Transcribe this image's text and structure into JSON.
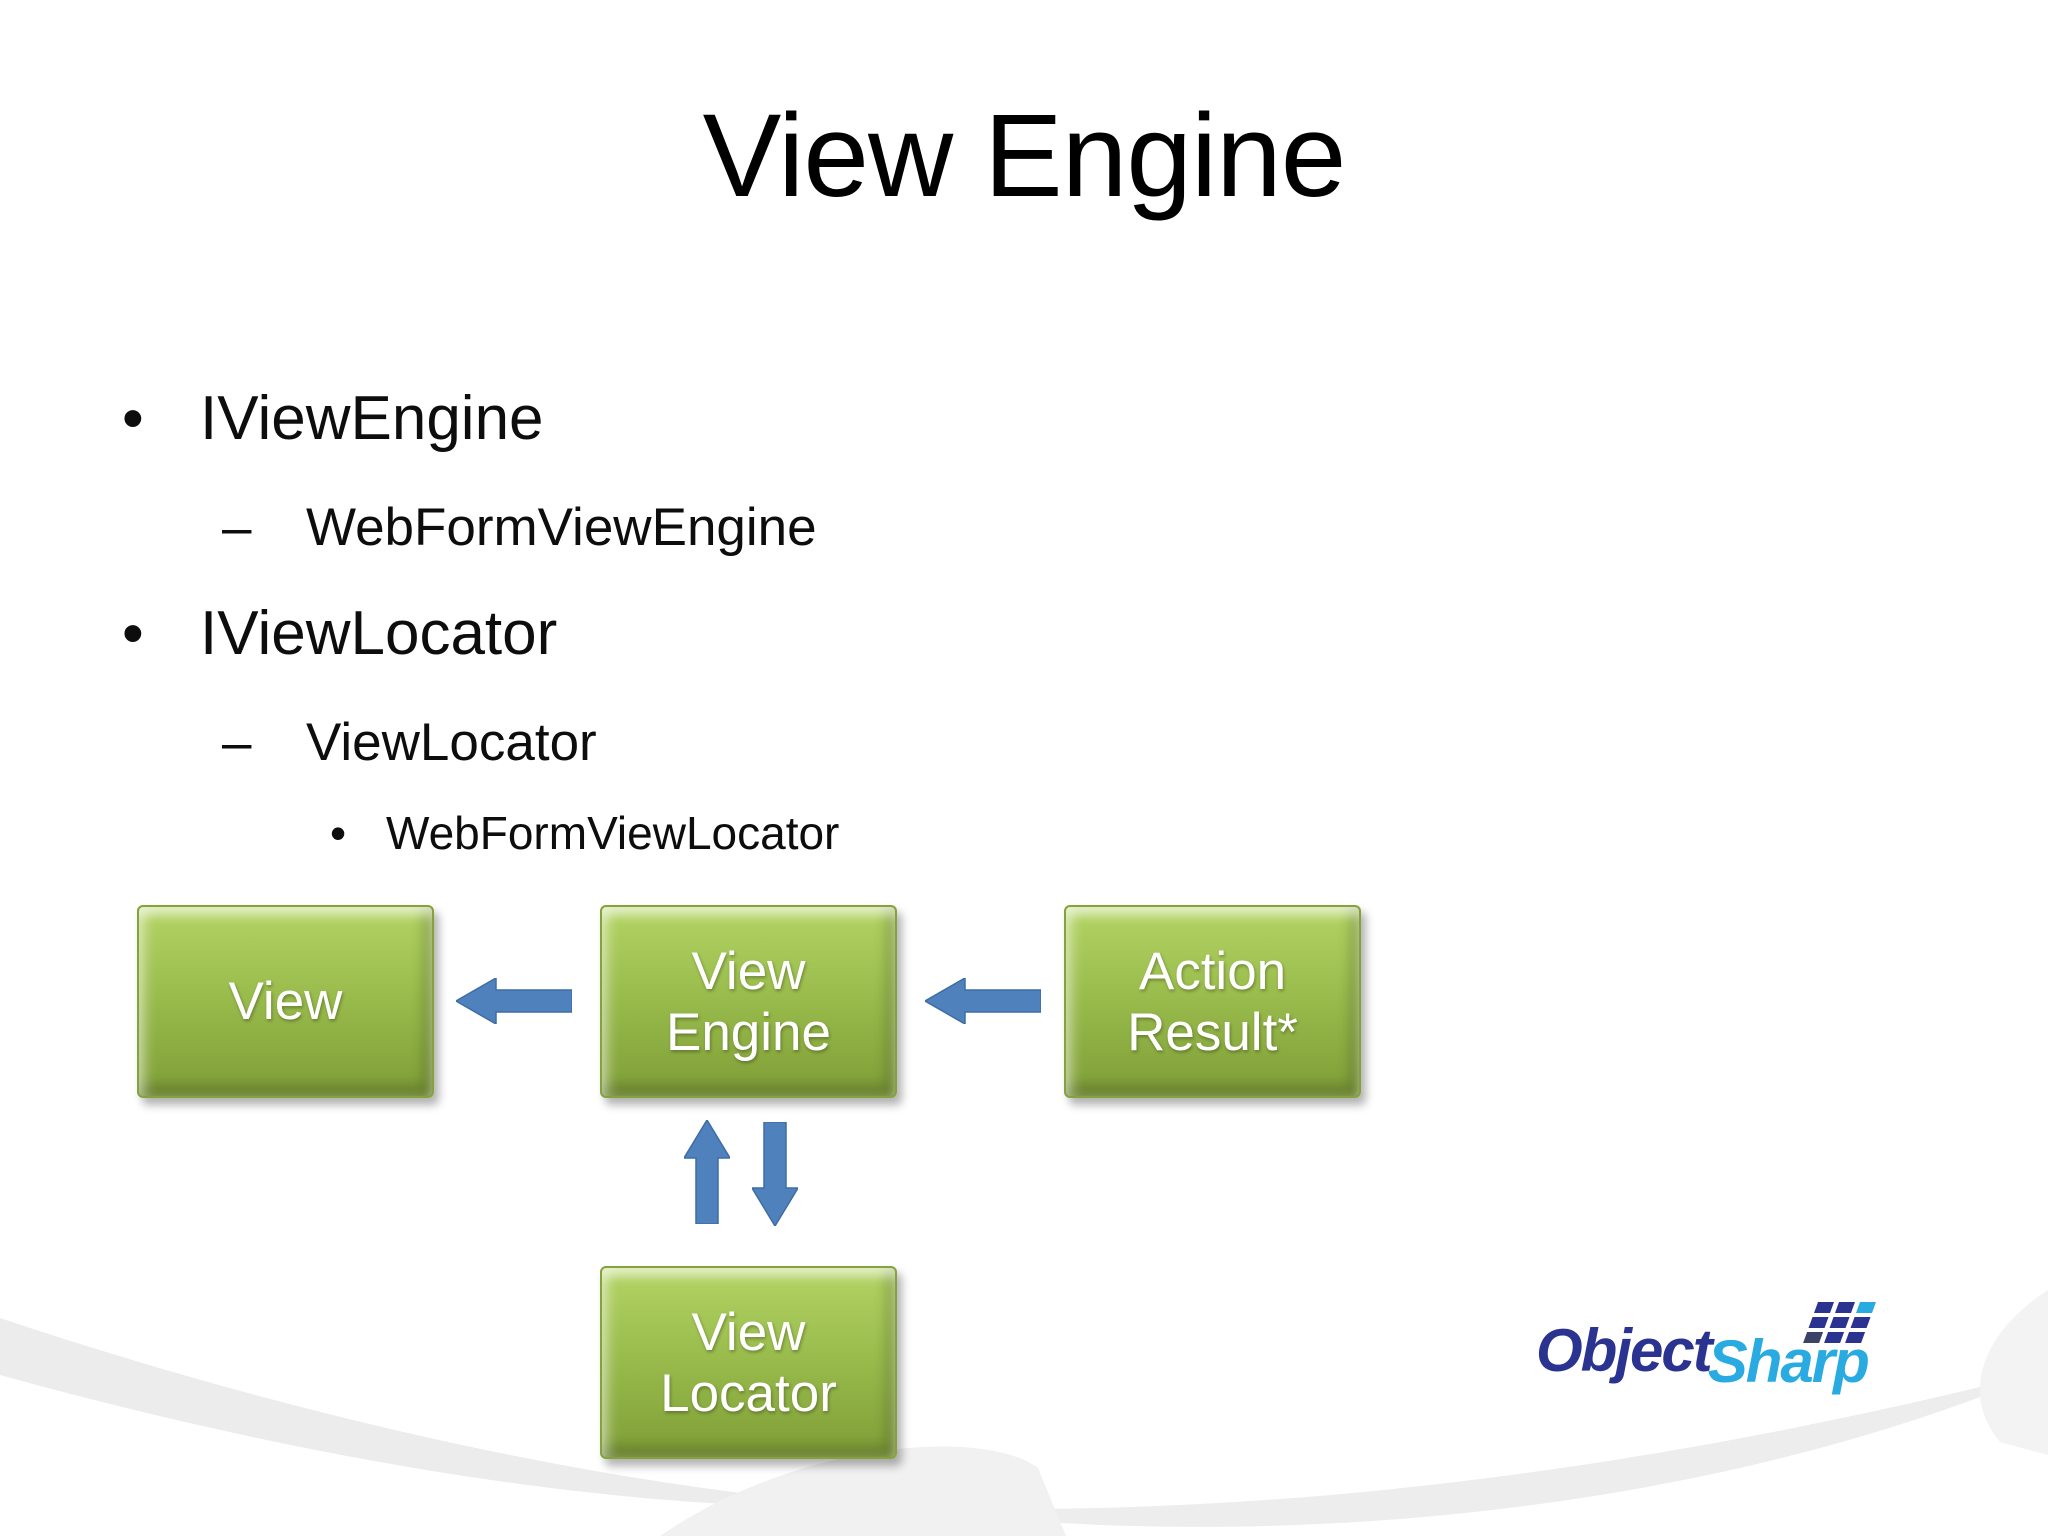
{
  "slide": {
    "title": "View Engine",
    "bullets": [
      {
        "level": 1,
        "marker": "•",
        "text": "IViewEngine"
      },
      {
        "level": 2,
        "marker": "–",
        "text": "WebFormViewEngine"
      },
      {
        "level": 1,
        "marker": "•",
        "text": "IViewLocator"
      },
      {
        "level": 2,
        "marker": "–",
        "text": "ViewLocator"
      },
      {
        "level": 3,
        "marker": "•",
        "text": "WebFormViewLocator"
      }
    ]
  },
  "diagram": {
    "boxes": {
      "view": {
        "label": "View"
      },
      "view_engine": {
        "line1": "View",
        "line2": "Engine"
      },
      "action_result": {
        "line1": "Action",
        "line2": "Result*"
      },
      "view_locator": {
        "line1": "View",
        "line2": "Locator"
      }
    },
    "arrows": [
      {
        "name": "view-engine-to-view",
        "direction": "left"
      },
      {
        "name": "action-result-to-view-engine",
        "direction": "left"
      },
      {
        "name": "view-locator-to-view-engine",
        "direction": "up"
      },
      {
        "name": "view-engine-to-view-locator",
        "direction": "down"
      }
    ]
  },
  "logo": {
    "part1": "Object",
    "part2": "Sharp"
  },
  "colors": {
    "box_fill_top": "#b4d464",
    "box_fill_bottom": "#7f9e37",
    "box_border": "#86a23c",
    "arrow_blue": "#4f81bd",
    "logo_navy": "#2b3390",
    "logo_light_blue": "#29abe2",
    "title_text": "#000000",
    "box_text": "#ffffff"
  }
}
